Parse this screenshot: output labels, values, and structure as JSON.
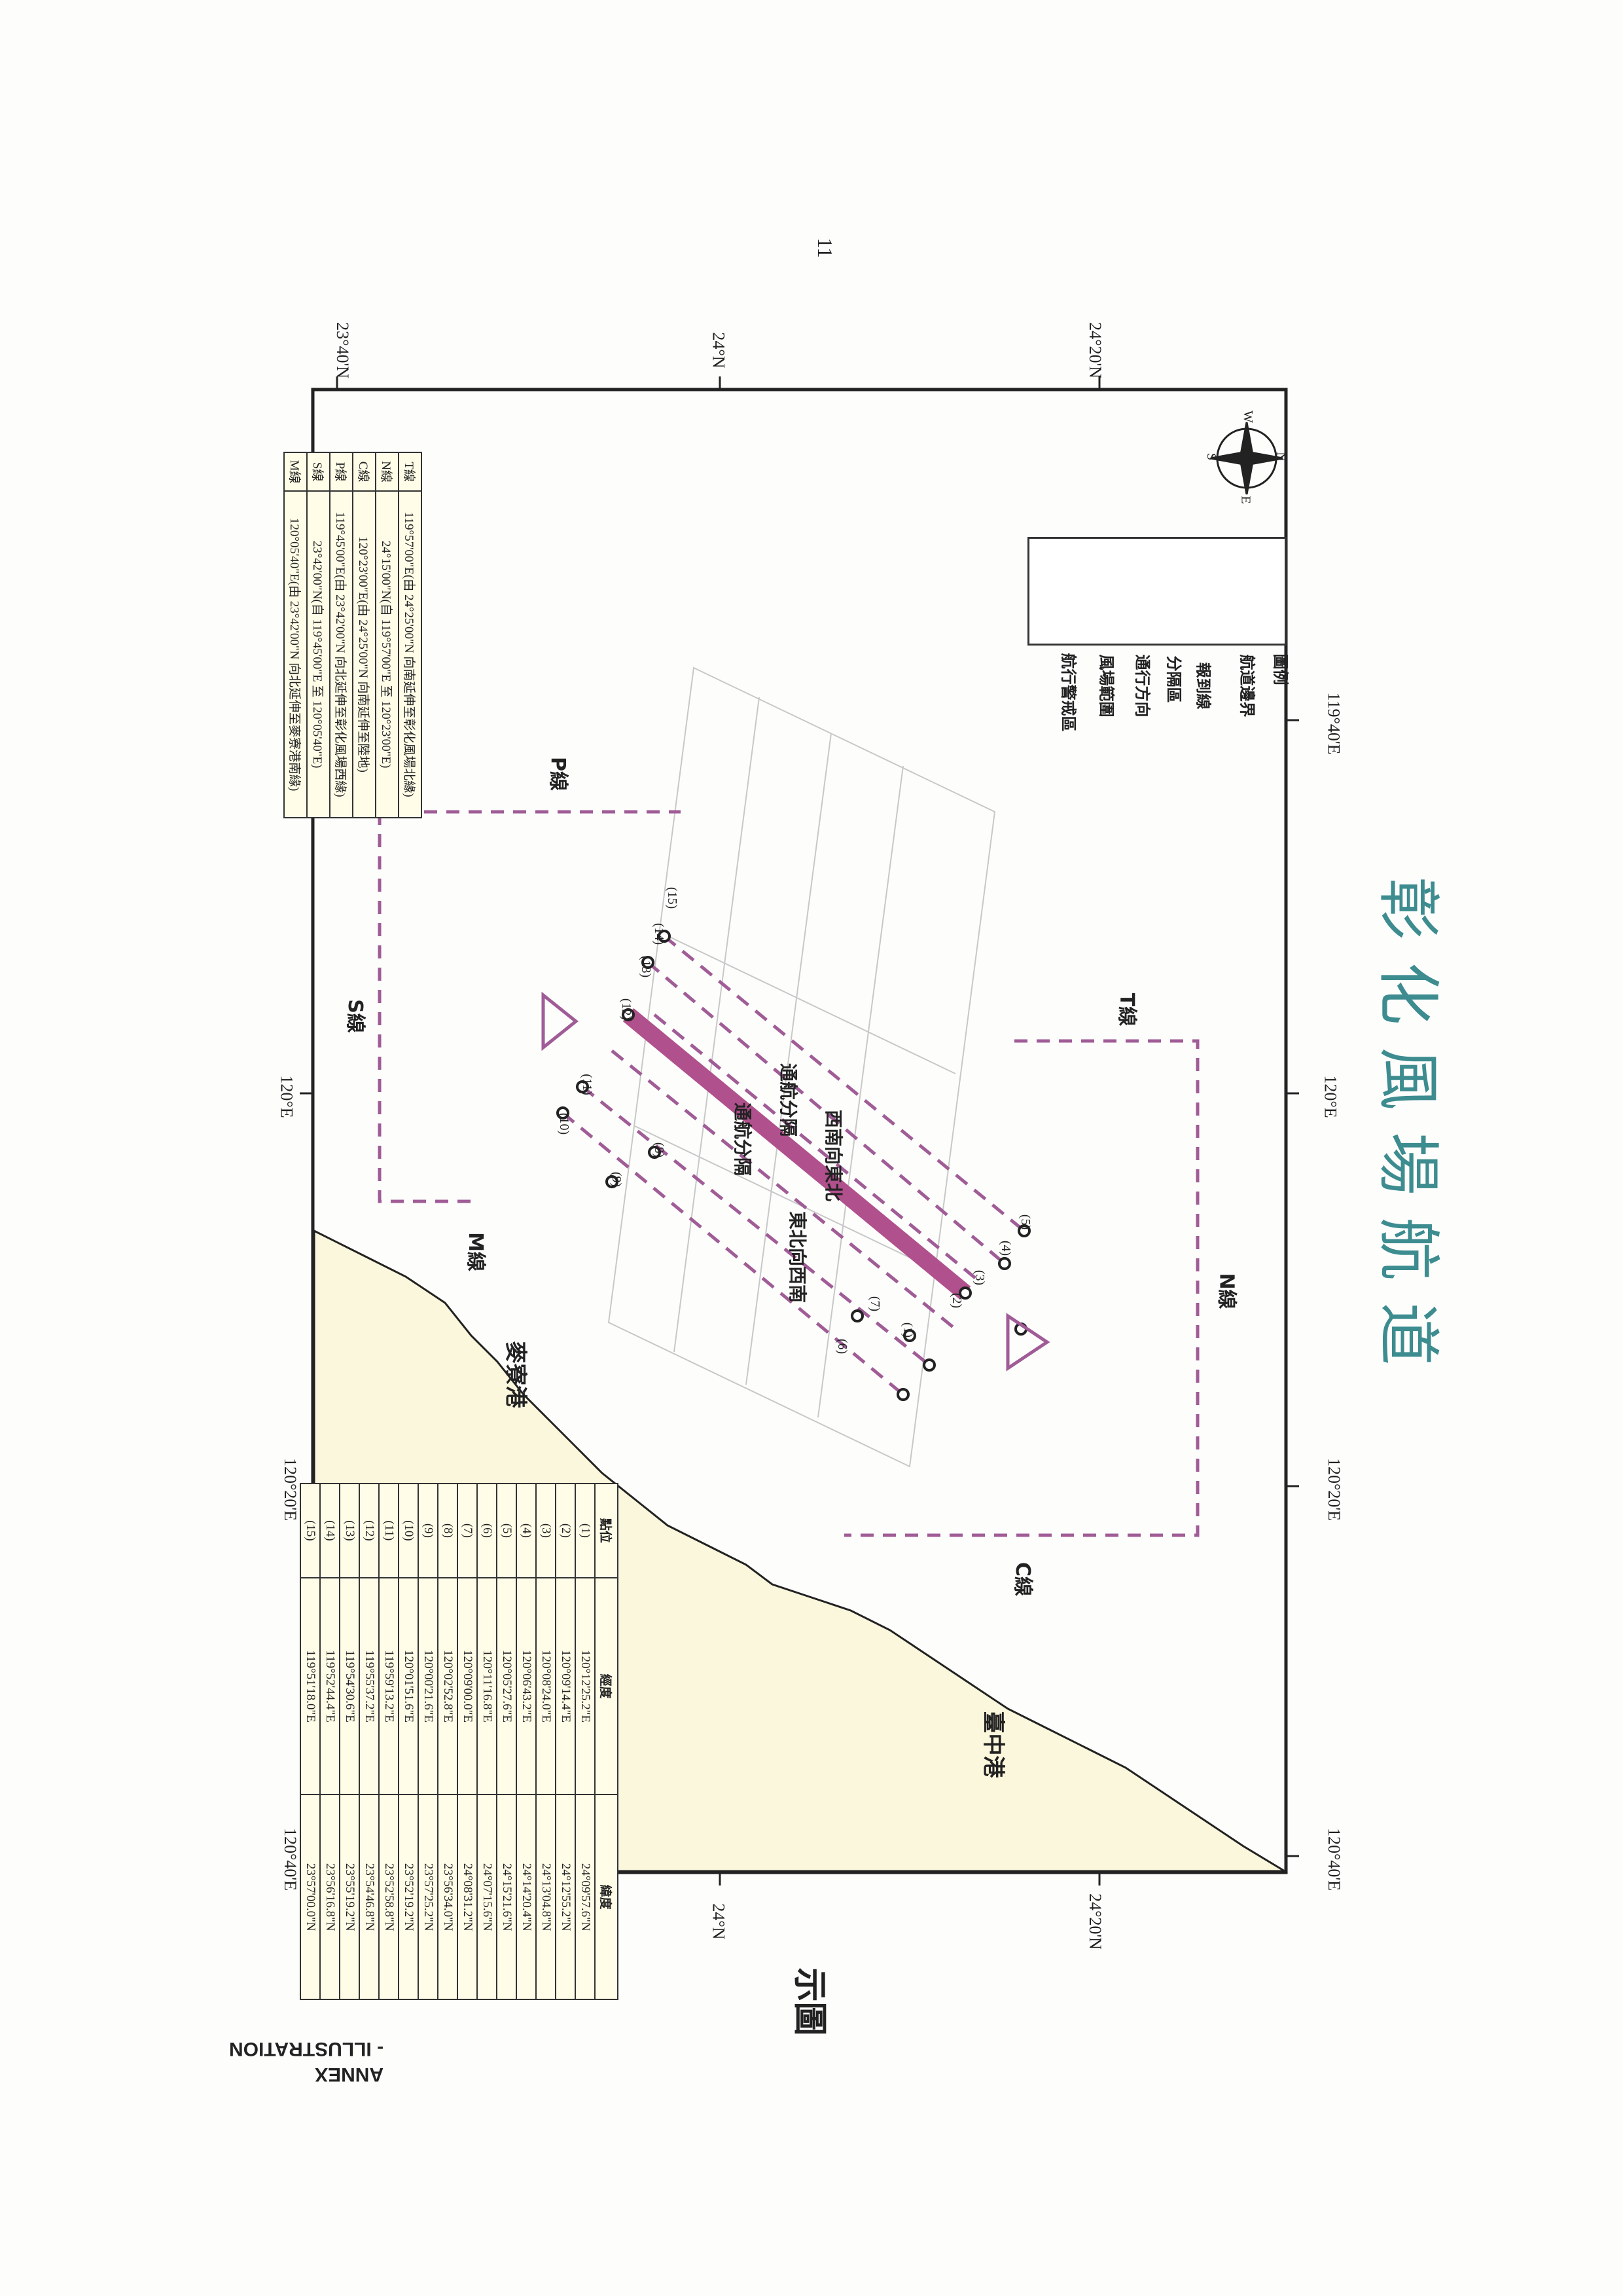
{
  "page": {
    "number": "11",
    "annex_label_1": "ANNEX",
    "annex_label_2": "- ILLUSTRATION",
    "figure_label": "示圖"
  },
  "map": {
    "title": "彰化風場航道",
    "lat_labels": [
      "24°20'N",
      "24°N",
      "23°40'N"
    ],
    "lon_labels": [
      "119°40'E",
      "120°E",
      "120°20'E",
      "120°40'E"
    ],
    "compass": {
      "n": "N",
      "s": "S",
      "e": "E",
      "w": "W"
    },
    "line_labels": {
      "t": "T線",
      "n": "N線",
      "c": "C線",
      "p": "P線",
      "s": "S線",
      "m": "M線"
    },
    "ports": {
      "taichung": "臺中港",
      "lukang": "麥寮港"
    },
    "route_text": {
      "a": "西南向東北",
      "b": "通航分隔",
      "c": "東北向西南",
      "d": "通航分隔"
    },
    "point_labels": [
      "(1)",
      "(2)",
      "(3)",
      "(4)",
      "(5)",
      "(6)",
      "(7)",
      "(8)",
      "(9)",
      "(10)",
      "(11)",
      "(12)",
      "(13)",
      "(14)",
      "(15)"
    ],
    "colors": {
      "route": "#b0508c",
      "dashed": "#a05c96",
      "land": "#fbf7dc",
      "title": "#3d8c8f"
    }
  },
  "legend": {
    "title": "圖例",
    "items": [
      {
        "label": "航道邊界",
        "icon": "dashed-boundary-icon"
      },
      {
        "label": "報到線",
        "icon": "reporting-line-icon"
      },
      {
        "label": "分隔區",
        "icon": "separation-zone-icon"
      },
      {
        "label": "通行方向",
        "icon": "direction-arrow-icon"
      },
      {
        "label": "風場範圍",
        "icon": "wind-farm-area-icon"
      },
      {
        "label": "航行警戒區",
        "icon": "warning-triangle-icon"
      }
    ]
  },
  "lines_table": {
    "rows": [
      {
        "name": "T線",
        "desc": "119°57'00\"E(由 24°25'00\"N 向南延伸至彰化風場北緣)"
      },
      {
        "name": "N線",
        "desc": "24°15'00\"N(自 119°57'00\"E 至 120°23'00\"E)"
      },
      {
        "name": "C線",
        "desc": "120°23'00\"E(由 24°25'00\"N 向南延伸至陸地)"
      },
      {
        "name": "P線",
        "desc": "119°45'00\"E(由 23°42'00\"N 向北延伸至彰化風場西緣)"
      },
      {
        "name": "S線",
        "desc": "23°42'00\"N(自 119°45'00\"E 至 120°05'40\"E)"
      },
      {
        "name": "M線",
        "desc": "120°05'40\"E(由 23°42'00\"N 向北延伸至麥寮港南緣)"
      }
    ]
  },
  "coords_table": {
    "headers": [
      "點位",
      "經度",
      "緯度"
    ],
    "rows": [
      [
        "(1)",
        "120°12'25.2\"E",
        "24°09'57.6\"N"
      ],
      [
        "(2)",
        "120°09'14.4\"E",
        "24°12'55.2\"N"
      ],
      [
        "(3)",
        "120°08'24.0\"E",
        "24°13'04.8\"N"
      ],
      [
        "(4)",
        "120°06'43.2\"E",
        "24°14'20.4\"N"
      ],
      [
        "(5)",
        "120°05'27.6\"E",
        "24°15'21.6\"N"
      ],
      [
        "(6)",
        "120°11'16.8\"E",
        "24°07'15.6\"N"
      ],
      [
        "(7)",
        "120°09'00.0\"E",
        "24°08'31.2\"N"
      ],
      [
        "(8)",
        "120°02'52.8\"E",
        "23°56'34.0\"N"
      ],
      [
        "(9)",
        "120°00'21.6\"E",
        "23°57'25.2\"N"
      ],
      [
        "(10)",
        "120°01'51.6\"E",
        "23°52'19.2\"N"
      ],
      [
        "(11)",
        "119°59'13.2\"E",
        "23°52'58.8\"N"
      ],
      [
        "(12)",
        "119°55'37.2\"E",
        "23°54'46.8\"N"
      ],
      [
        "(13)",
        "119°54'30.6\"E",
        "23°55'19.2\"N"
      ],
      [
        "(14)",
        "119°52'44.4\"E",
        "23°56'16.8\"N"
      ],
      [
        "(15)",
        "119°51'18.0\"E",
        "23°57'00.0\"N"
      ]
    ]
  }
}
